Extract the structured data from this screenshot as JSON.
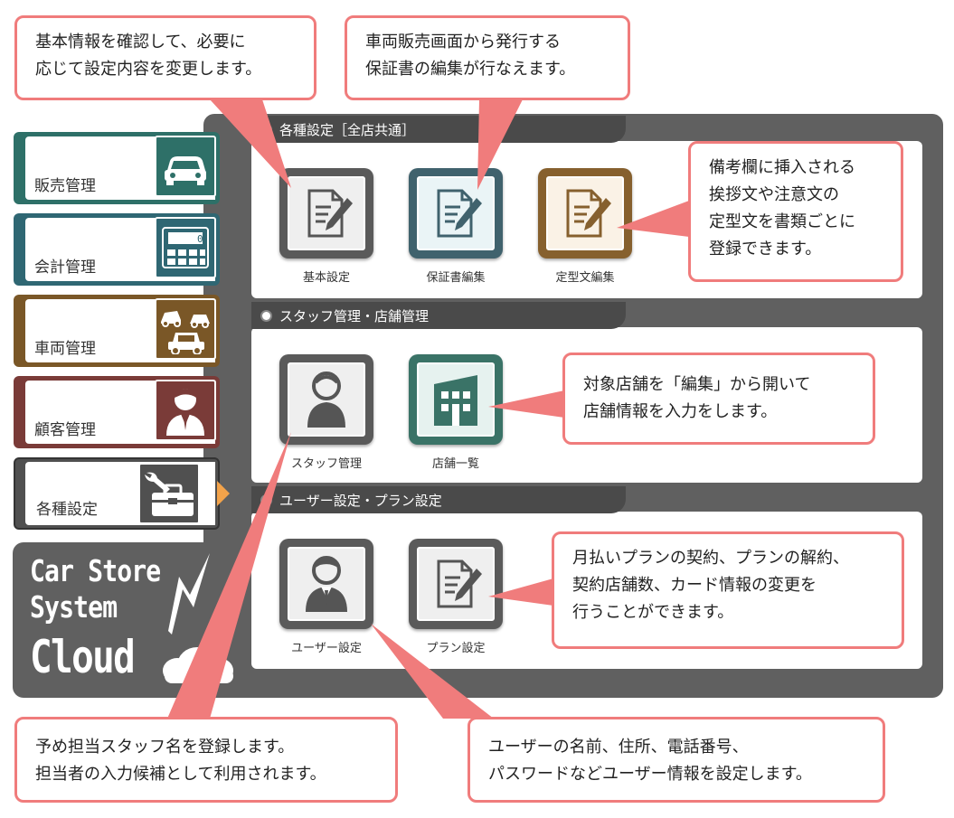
{
  "sidebar": {
    "items": [
      {
        "label": "販売管理",
        "color": "#2e7068",
        "icon": "car-icon"
      },
      {
        "label": "会計管理",
        "color": "#2f6773",
        "icon": "calculator-icon"
      },
      {
        "label": "車両管理",
        "color": "#7a5727",
        "icon": "vehicles-icon"
      },
      {
        "label": "顧客管理",
        "color": "#7a3b38",
        "icon": "customer-icon"
      },
      {
        "label": "各種設定",
        "color": "#505050",
        "icon": "toolbox-icon"
      }
    ],
    "active_arrow_color": "#f3a34a"
  },
  "brand": {
    "line1": "Car Store",
    "line2": "System",
    "line3": "Cloud"
  },
  "sections": [
    {
      "title": "各種設定［全店共通］"
    },
    {
      "title": "スタッフ管理・店舗管理"
    },
    {
      "title": "ユーザー設定・プラン設定"
    }
  ],
  "tiles": {
    "basic": {
      "label": "基本設定",
      "icon": "document-pen-icon"
    },
    "warranty": {
      "label": "保証書編集",
      "icon": "document-pen-icon"
    },
    "template": {
      "label": "定型文編集",
      "icon": "document-pen-icon"
    },
    "staff": {
      "label": "スタッフ管理",
      "icon": "person-icon"
    },
    "stores": {
      "label": "店舗一覧",
      "icon": "building-icon"
    },
    "user": {
      "label": "ユーザー設定",
      "icon": "businessman-icon"
    },
    "plan": {
      "label": "プラン設定",
      "icon": "document-pen-icon"
    }
  },
  "callouts": {
    "basic": [
      "基本情報を確認して、必要に",
      "応じて設定内容を変更します。"
    ],
    "warranty": [
      "車両販売画面から発行する",
      "保証書の編集が行なえます。"
    ],
    "template": [
      "備考欄に挿入される",
      "挨拶文や注意文の",
      "定型文を書類ごとに",
      "登録できます。"
    ],
    "stores": [
      "対象店舗を「編集」から開いて",
      "店舗情報を入力をします。"
    ],
    "plan": [
      "月払いプランの契約、プランの解約、",
      "契約店舗数、カード情報の変更を",
      "行うことができます。"
    ],
    "staff": [
      "予め担当スタッフ名を登録します。",
      "担当者の入力候補として利用されます。"
    ],
    "user": [
      "ユーザーの名前、住所、電話番号、",
      "パスワードなどユーザー情報を設定します。"
    ]
  },
  "colors": {
    "callout_border": "#f07c7c",
    "frame": "#606060"
  }
}
